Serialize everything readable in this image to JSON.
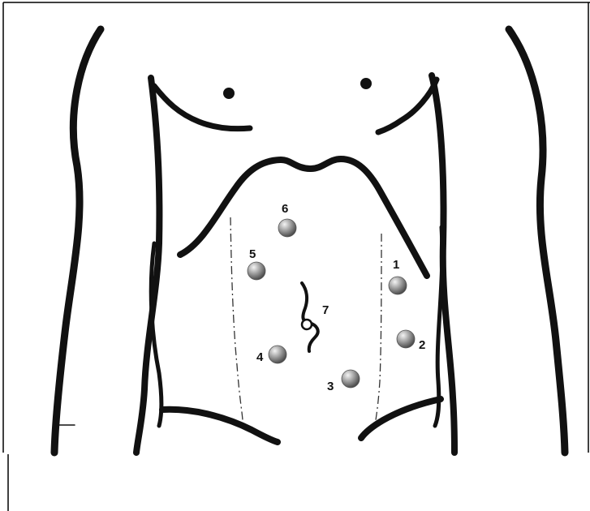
{
  "figure": {
    "ports": [
      {
        "label": "1"
      },
      {
        "label": "2"
      },
      {
        "label": "3"
      },
      {
        "label": "4"
      },
      {
        "label": "5"
      },
      {
        "label": "6"
      }
    ],
    "umbilicus": {
      "label": "7"
    }
  }
}
